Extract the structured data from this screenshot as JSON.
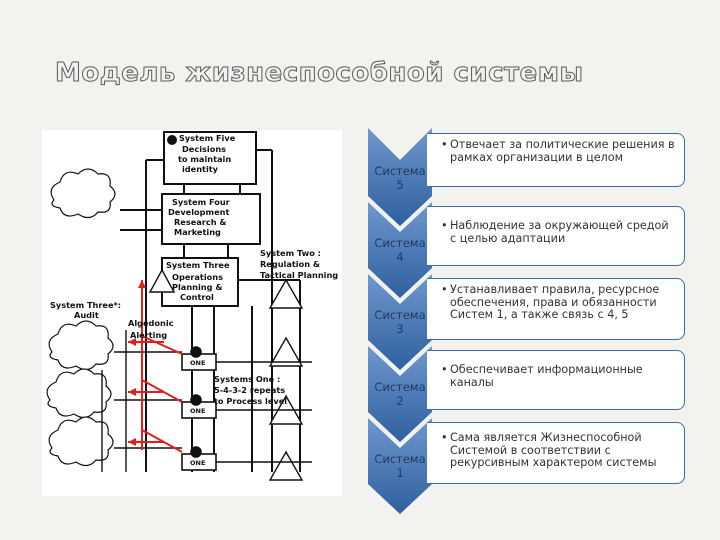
{
  "title": "Модель жизнеспособной системы",
  "diagram": {
    "system_five": [
      "System Five",
      "Decisions",
      "to maintain",
      "identity"
    ],
    "system_four": [
      "System Four",
      "Development",
      "Research &",
      "Marketing"
    ],
    "system_three": [
      "System Three",
      "Operations",
      "Planning &",
      "Control"
    ],
    "system_two": [
      "System Two :",
      "Regulation &",
      "Tactical Planning"
    ],
    "system_three_audit": [
      "System Three*:",
      "Audit"
    ],
    "algedonic": [
      "Algedonic",
      "Alerting"
    ],
    "system_one": [
      "Systems One :",
      "5-4-3-2 repeats",
      "to Process level"
    ],
    "one_label": "ONE"
  },
  "levels": [
    {
      "label_1": "Система",
      "label_2": "5",
      "description": "Отвечает за политические решения в рамках организации в целом"
    },
    {
      "label_1": "Система",
      "label_2": "4",
      "description": "Наблюдение за окружающей средой с целью адаптации"
    },
    {
      "label_1": "Система",
      "label_2": "3",
      "description": "Устанавливает правила, ресурсное обеспечения, права и обязанности Систем 1, а также связь с 4, 5"
    },
    {
      "label_1": "Система",
      "label_2": "2",
      "description": "Обеспечивает информационные каналы"
    },
    {
      "label_1": "Система",
      "label_2": "1",
      "description": "Сама является Жизнеспособной Системой в соответствии с рекурсивным характером системы"
    }
  ],
  "colors": {
    "chevron": "#2e5f9e",
    "chevron_light": "#5a88c4",
    "algedonic": "#e0201b",
    "box_border": "#3a6aa8"
  }
}
